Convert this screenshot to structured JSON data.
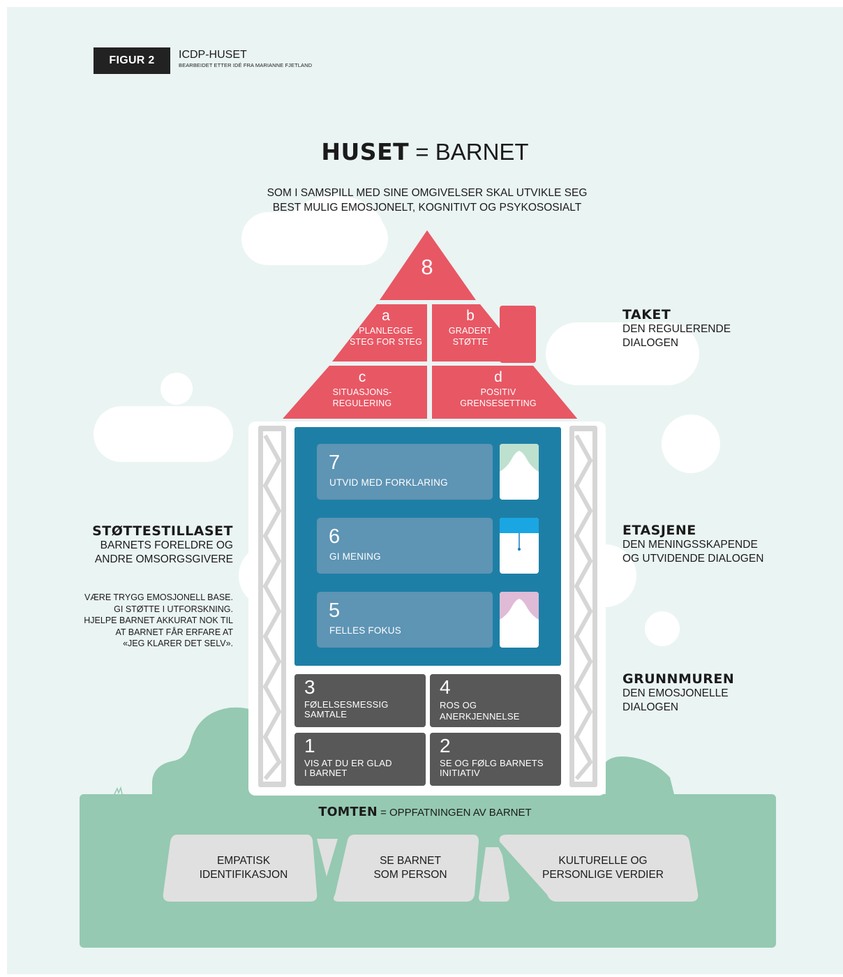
{
  "figure": {
    "badge": "FIGUR 2",
    "title": "ICDP-HUSET",
    "subtitle": "BEARBEIDET ETTER IDÉ FRA MARIANNE FJETLAND"
  },
  "headline": {
    "strong": "HUSET",
    "rest": " = BARNET"
  },
  "subheadline": {
    "line1": "SOM I SAMSPILL MED SINE OMGIVELSER SKAL UTVIKLE SEG",
    "line2": "BEST MULIG EMOSJONELT, KOGNITIVT OG PSYKOSOSIALT"
  },
  "roof": {
    "top_number": "8",
    "sections": [
      {
        "letter": "a",
        "line1": "PLANLEGGE",
        "line2": "STEG FOR STEG"
      },
      {
        "letter": "b",
        "line1": "GRADERT",
        "line2": "STØTTE"
      },
      {
        "letter": "c",
        "line1": "SITUASJONS-",
        "line2": "REGULERING"
      },
      {
        "letter": "d",
        "line1": "POSITIV",
        "line2": "GRENSESETTING"
      }
    ]
  },
  "floors": [
    {
      "number": "7",
      "label": "UTVID MED FORKLARING"
    },
    {
      "number": "6",
      "label": "GI MENING"
    },
    {
      "number": "5",
      "label": "FELLES FOKUS"
    }
  ],
  "foundation": [
    {
      "number": "3",
      "line1": "FØLELSESMESSIG",
      "line2": "SAMTALE"
    },
    {
      "number": "4",
      "line1": "ROS OG",
      "line2": "ANERKJENNELSE"
    },
    {
      "number": "1",
      "line1": "VIS AT DU ER GLAD",
      "line2": "I BARNET"
    },
    {
      "number": "2",
      "line1": "SE OG FØLG BARNETS",
      "line2": "INITIATIV"
    }
  ],
  "labels": {
    "taket": {
      "title": "TAKET",
      "line1": "DEN REGULERENDE",
      "line2": "DIALOGEN"
    },
    "etasjene": {
      "title": "ETASJENE",
      "line1": "DEN MENINGSSKAPENDE",
      "line2": "OG UTVIDENDE DIALOGEN"
    },
    "grunnmuren": {
      "title": "GRUNNMUREN",
      "line1": "DEN EMOSJONELLE",
      "line2": "DIALOGEN"
    },
    "stottestillaset": {
      "title": "STØTTESTILLASET",
      "line1": "BARNETS FORELDRE OG",
      "line2": "ANDRE OMSORGSGIVERE",
      "notes": [
        "VÆRE TRYGG EMOSJONELL BASE.",
        "GI STØTTE I UTFORSKNING.",
        "HJELPE BARNET AKKURAT NOK TIL",
        "AT BARNET FÅR ERFARE AT",
        "«JEG KLARER DET SELV»."
      ]
    }
  },
  "tomten": {
    "strong": "TOMTEN",
    "rest": " = OPPFATNINGEN AV BARNET",
    "stones": [
      {
        "line1": "EMPATISK",
        "line2": "IDENTIFIKASJON"
      },
      {
        "line1": "SE BARNET",
        "line2": "SOM PERSON"
      },
      {
        "line1": "KULTURELLE OG",
        "line2": "PERSONLIGE VERDIER"
      }
    ]
  },
  "colors": {
    "background": "#eaf4f3",
    "roof_red": "#e85764",
    "floors_blue": "#1e7fa6",
    "floor_panel": "#5e94b4",
    "foundation_grey": "#585858",
    "ground_green": "#95c9b2",
    "scaffold_grey": "#d6d6d6",
    "stone_grey": "#e0e0e0"
  }
}
